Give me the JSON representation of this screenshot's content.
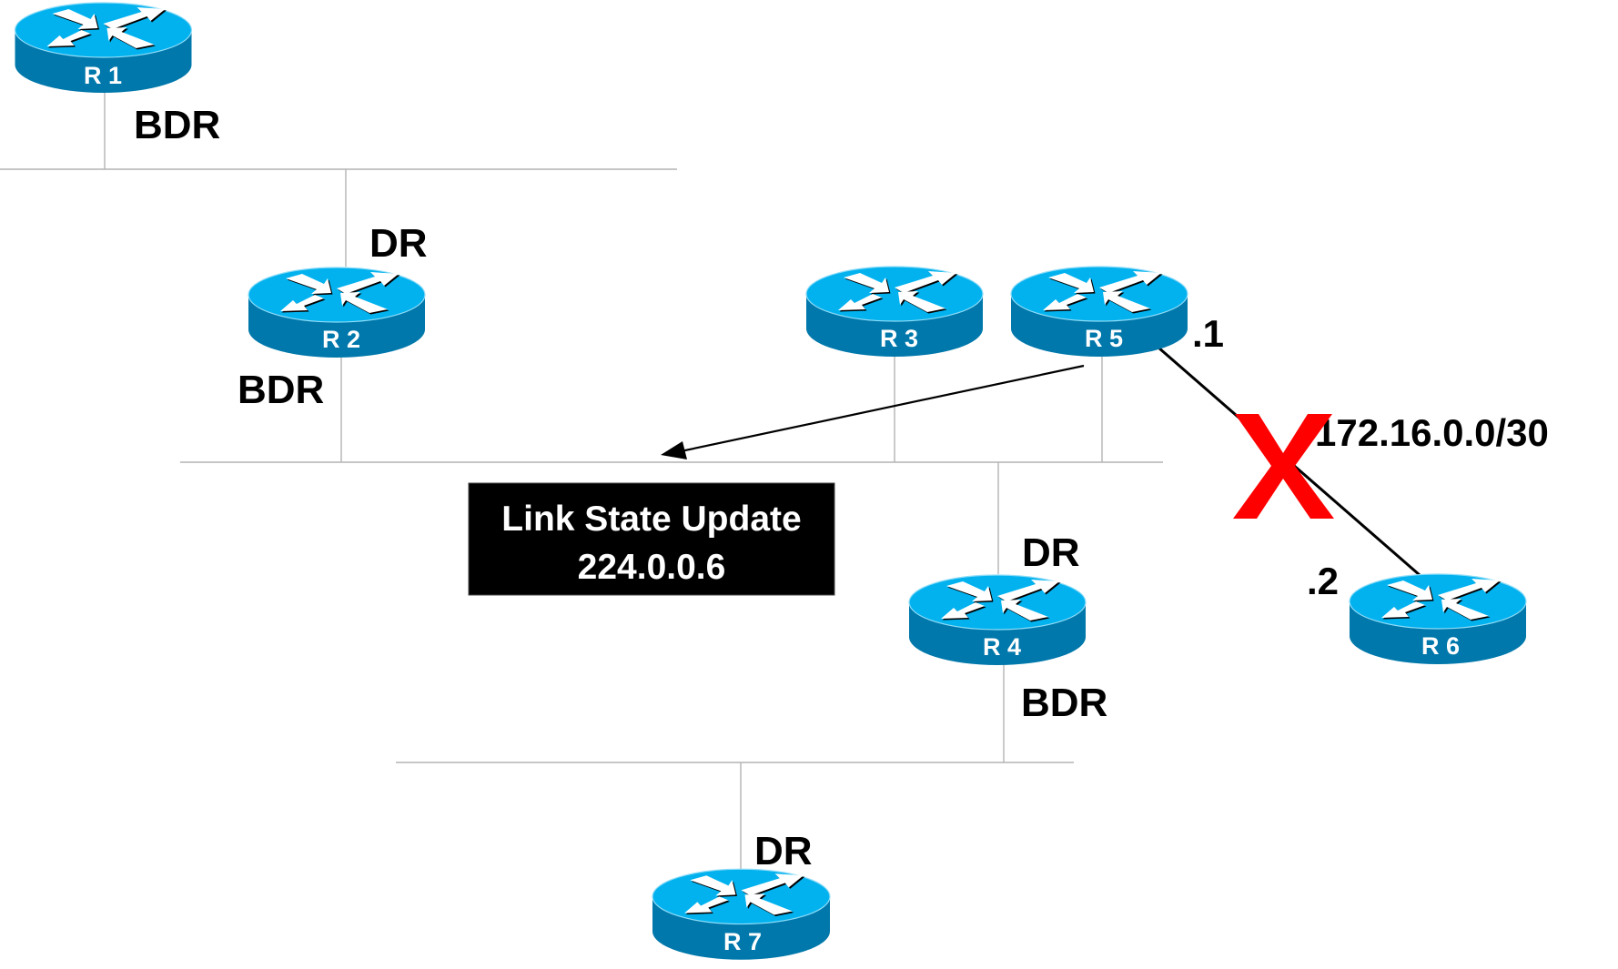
{
  "diagram": {
    "title": "OSPF Link State Update flooding on link failure",
    "colors": {
      "router_top": "#02b2ef",
      "router_side": "#0078ab",
      "segment_line": "#b4b4b4",
      "failure_mark": "#ff0000",
      "message_box": "#000000",
      "message_text": "#ffffff"
    },
    "routers": [
      {
        "id": "r1",
        "label": "R 1"
      },
      {
        "id": "r2",
        "label": "R 2"
      },
      {
        "id": "r3",
        "label": "R 3"
      },
      {
        "id": "r4",
        "label": "R 4"
      },
      {
        "id": "r5",
        "label": "R 5"
      },
      {
        "id": "r6",
        "label": "R 6"
      },
      {
        "id": "r7",
        "label": "R 7"
      }
    ],
    "roles": {
      "r1_bdr": "BDR",
      "r2_dr": "DR",
      "r2_bdr": "BDR",
      "r4_dr": "DR",
      "r4_bdr": "BDR",
      "r7_dr": "DR"
    },
    "p2p_link": {
      "subnet": "172.16.0.0/30",
      "r5_end": ".1",
      "r6_end": ".2",
      "status": "failed",
      "failure_mark": "X"
    },
    "message": {
      "line1": "Link State Update",
      "line2": "224.0.0.6",
      "from": "R 5"
    }
  }
}
